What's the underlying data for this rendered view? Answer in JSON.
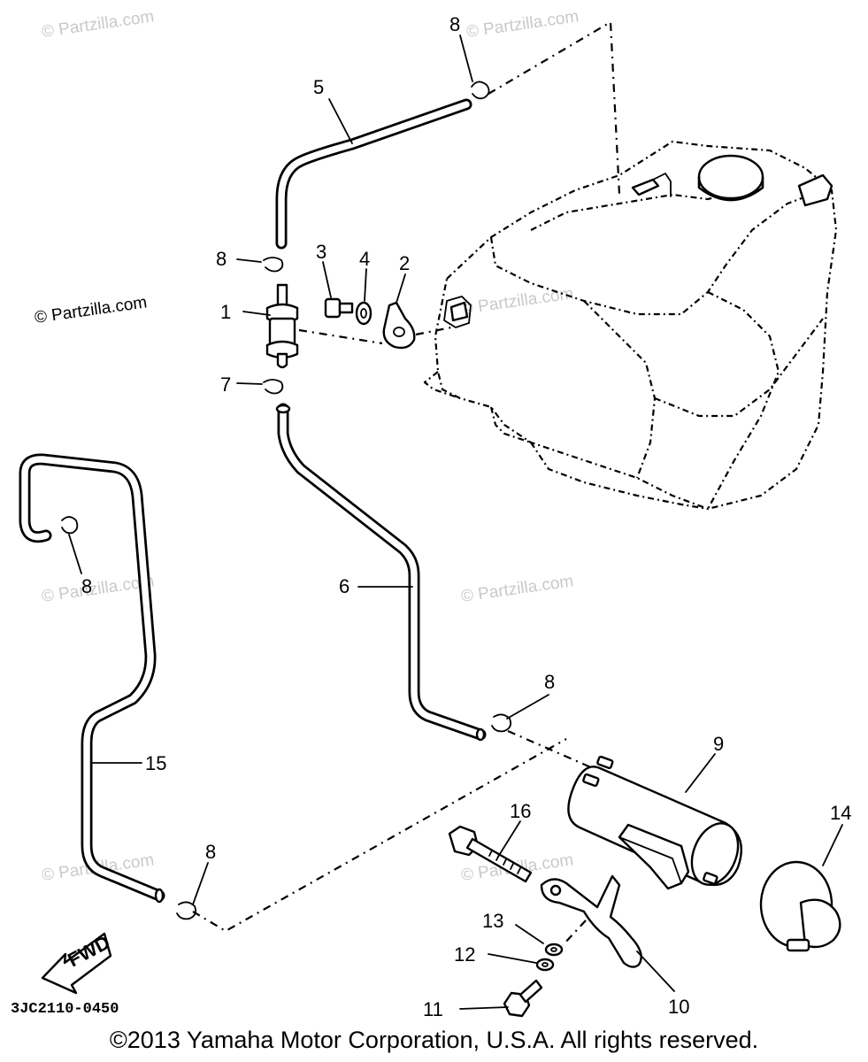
{
  "watermarks": [
    "© Partzilla.com",
    "© Partzilla.com",
    "© Partzilla.com",
    "© Partzilla.com",
    "© Partzilla.com",
    "© Partzilla.com",
    "© Partzilla.com",
    "© Partzilla.com"
  ],
  "callouts": {
    "p1": "1",
    "p2": "2",
    "p3": "3",
    "p4": "4",
    "p5": "5",
    "p6": "6",
    "p7": "7",
    "p8a": "8",
    "p8b": "8",
    "p8c": "8",
    "p8d": "8",
    "p8e": "8",
    "p9": "9",
    "p10": "10",
    "p11": "11",
    "p12": "12",
    "p13": "13",
    "p14": "14",
    "p15": "15",
    "p16": "16"
  },
  "fwd_label": "FWD",
  "diagram_code": "3JC2110-0450",
  "copyright": "©2013 Yamaha Motor Corporation, U.S.A. All rights reserved."
}
